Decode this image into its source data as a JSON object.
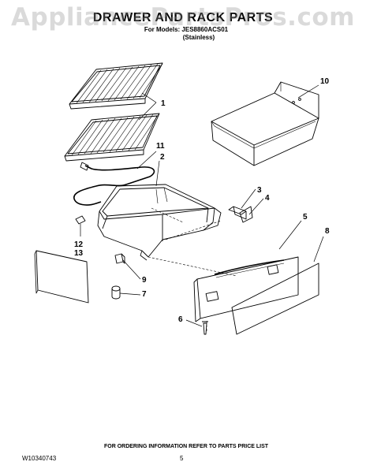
{
  "watermark": "AppliancePartsPros.com",
  "header": {
    "title": "DRAWER AND RACK PARTS",
    "models_line": "For Models: JES8860ACS01",
    "finish_line": "(Stainless)"
  },
  "callouts": [
    "1",
    "2",
    "3",
    "4",
    "5",
    "6",
    "7",
    "8",
    "9",
    "10",
    "11",
    "12",
    "13"
  ],
  "footer": {
    "doc_number": "W10340743",
    "ordering_note": "FOR ORDERING INFORMATION REFER TO PARTS PRICE LIST",
    "page_number": "5"
  }
}
